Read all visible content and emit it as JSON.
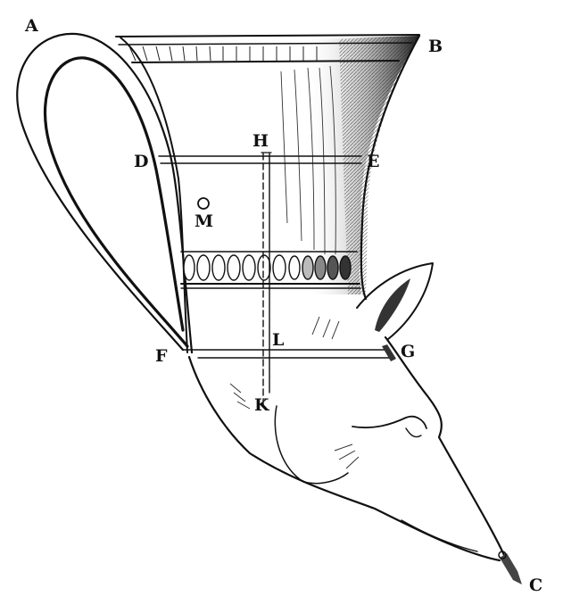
{
  "figure": {
    "subject": "Rhyton (drinking horn) ending in an animal head, with measurement lines",
    "colors": {
      "ink": "#111111",
      "paper": "#ffffff",
      "shade": "#2a2a2a"
    },
    "labels": {
      "A": "A",
      "B": "B",
      "C": "C",
      "D": "D",
      "E": "E",
      "F": "F",
      "G": "G",
      "H": "H",
      "K": "K",
      "L": "L",
      "M": "M"
    },
    "lines": [
      {
        "name": "D-E",
        "from": "D",
        "to": "E",
        "type": "horizontal double line"
      },
      {
        "name": "F-G",
        "from": "F",
        "to": "G",
        "type": "horizontal double line"
      },
      {
        "name": "H-K",
        "from": "H",
        "to": "K",
        "type": "vertical dashed double line"
      }
    ],
    "markers": [
      {
        "name": "M",
        "type": "small circle"
      }
    ]
  }
}
